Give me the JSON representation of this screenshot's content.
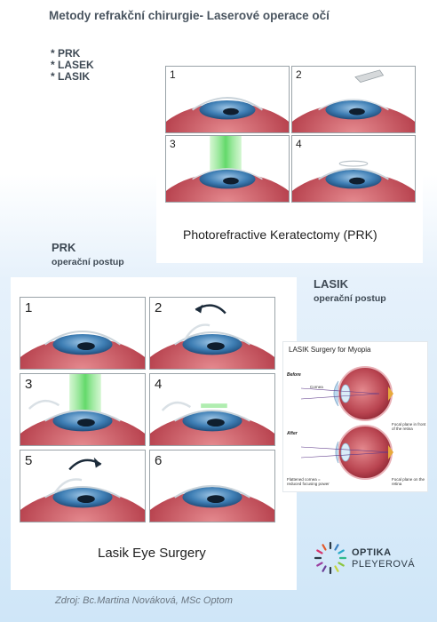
{
  "title": "Metody refrakční chirurgie- Laserové operace očí",
  "methods": [
    "PRK",
    "LASEK",
    "LASIK"
  ],
  "prk": {
    "steps": [
      "1",
      "2",
      "3",
      "4"
    ],
    "caption": "Photorefractive Keratectomy (PRK)",
    "heading": "PRK",
    "subheading": "operační postup"
  },
  "lasik": {
    "steps": [
      "1",
      "2",
      "3",
      "4",
      "5",
      "6"
    ],
    "caption": "Lasik Eye Surgery",
    "heading": "LASIK",
    "subheading": "operační postup"
  },
  "myopia": {
    "title": "LASIK Surgery for Myopia",
    "before": "Before",
    "after": "After",
    "cornea": "Cornea",
    "focal_before": "Focal plane in front of the retina",
    "flattened": "Flattened cornea = reduced focusing power",
    "focal_after": "Focal plane on the retina"
  },
  "logo": {
    "line1": "OPTIKA",
    "line2": "PLEYEROVÁ"
  },
  "source": "Zdroj: Bc.Martina Nováková, MSc Optom",
  "colors": {
    "eye_red": "#b8434f",
    "iris_blue": "#3f7fb5",
    "laser_green": "#7fe07f",
    "text_gray": "#4a5560"
  }
}
